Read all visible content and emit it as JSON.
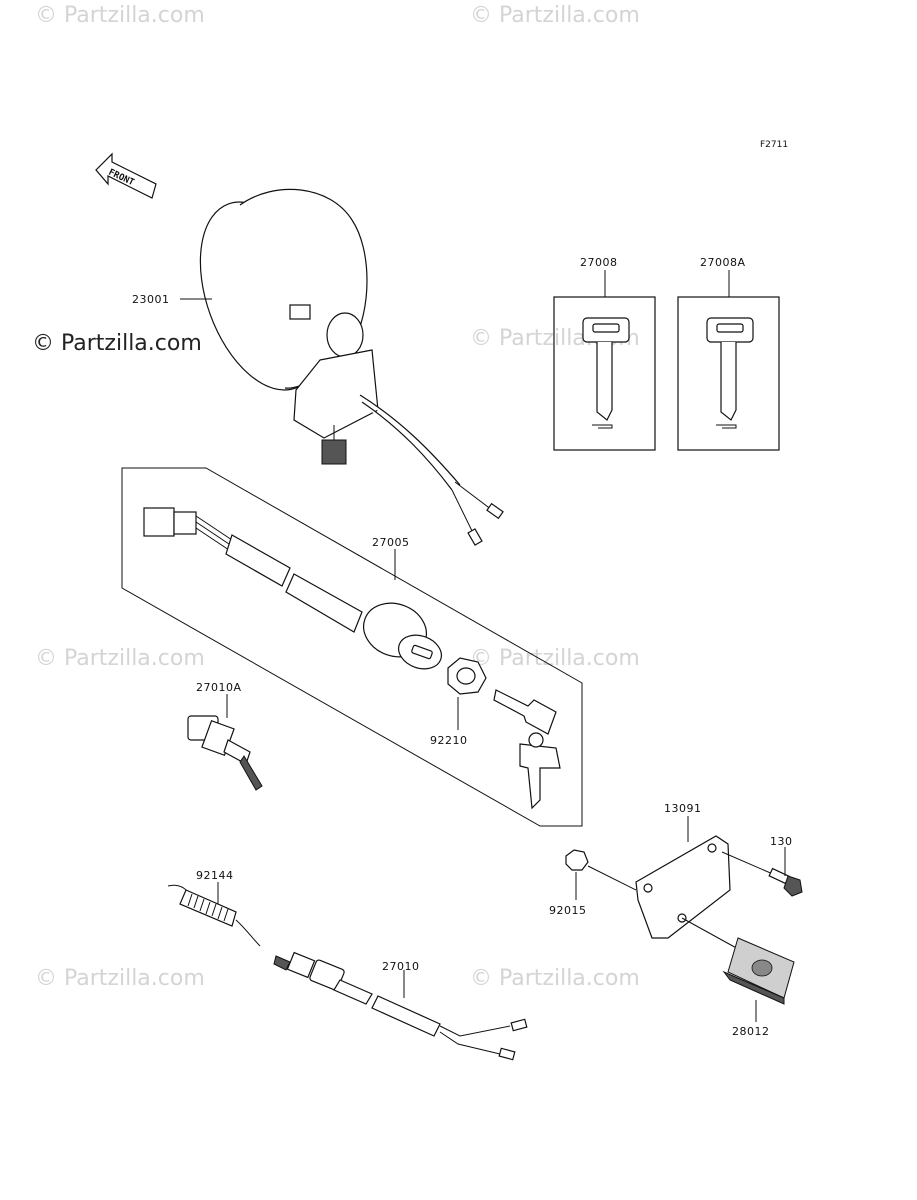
{
  "diagram": {
    "code": "F2711",
    "front_label": "FRONT",
    "watermark": "© Partzilla.com",
    "parts": {
      "p23001": "23001",
      "p27008": "27008",
      "p27008A": "27008A",
      "p27005": "27005",
      "p27010A": "27010A",
      "p92210": "92210",
      "p13091": "13091",
      "p130": "130",
      "p92144": "92144",
      "p92015": "92015",
      "p27010": "27010",
      "p28012": "28012"
    }
  }
}
